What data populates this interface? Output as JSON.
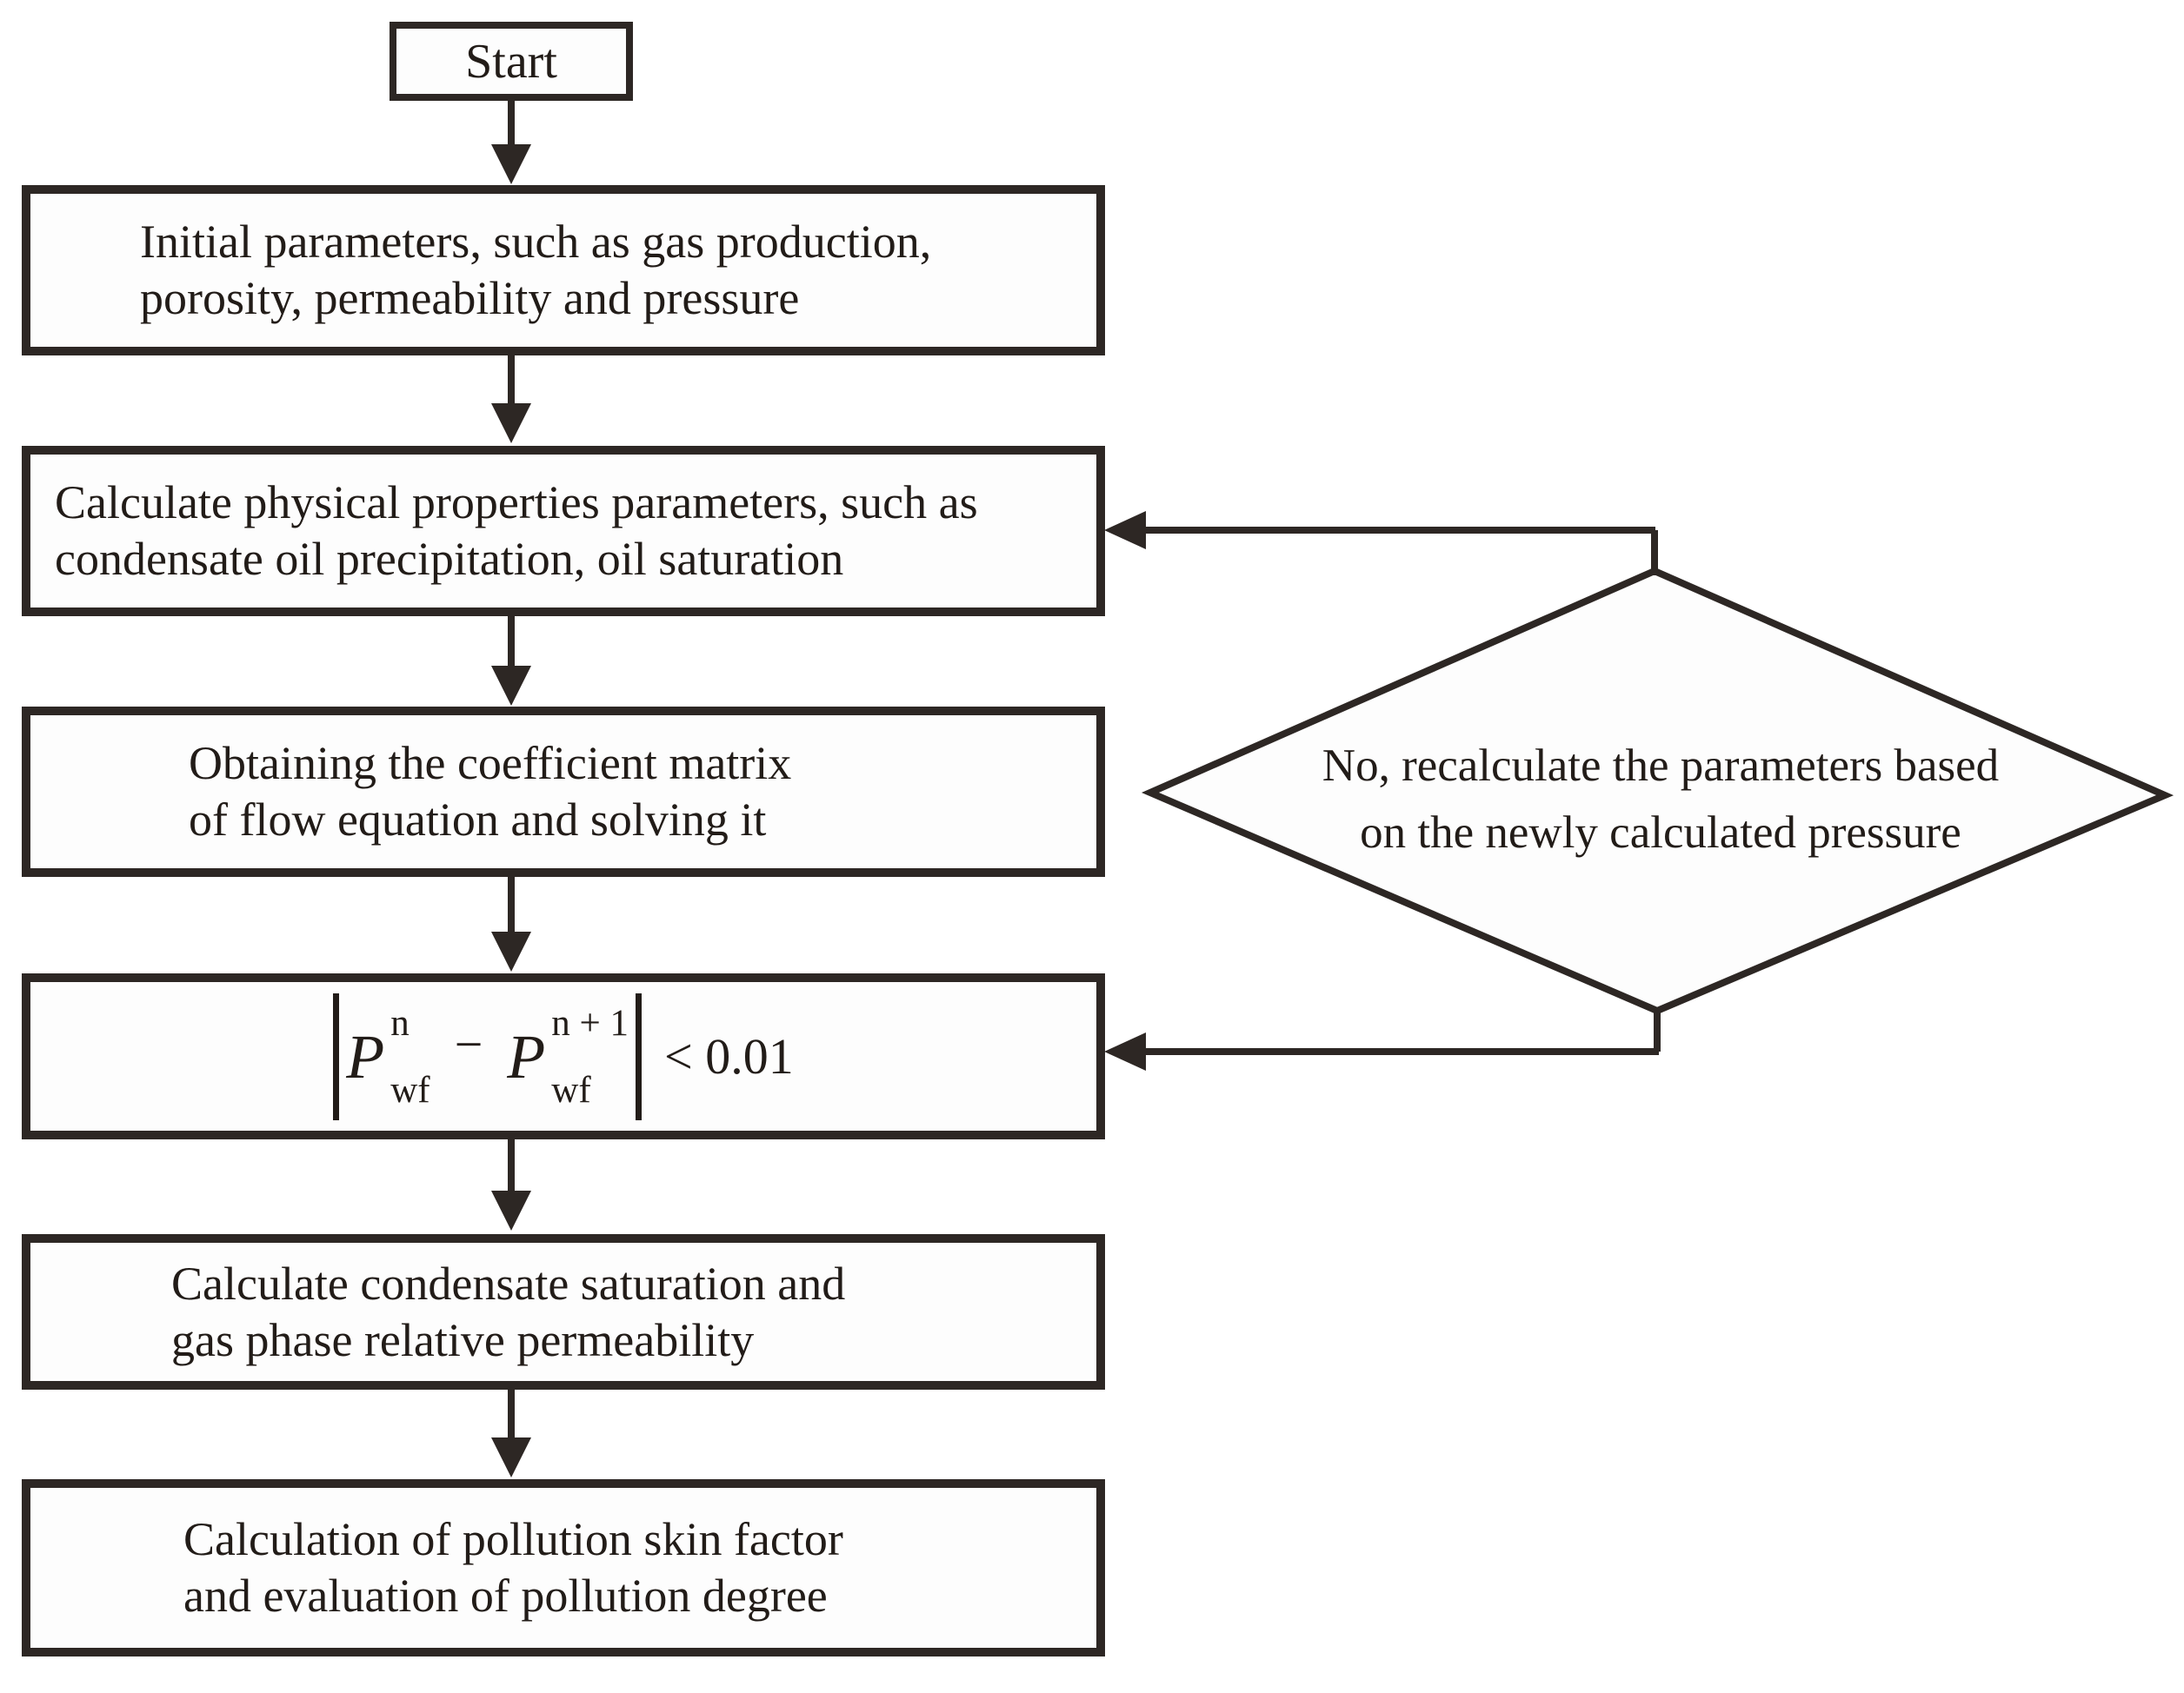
{
  "flow": {
    "start_label": "Start",
    "boxes": [
      {
        "lines": [
          "Initial parameters, such as gas production,",
          "porosity, permeability and pressure"
        ]
      },
      {
        "lines": [
          "Calculate physical properties parameters, such as",
          "condensate oil precipitation, oil saturation"
        ]
      },
      {
        "lines": [
          "Obtaining the coefficient matrix",
          "of flow equation and solving it"
        ]
      },
      {
        "lines": [
          "Calculate condensate saturation and",
          "gas phase relative permeability"
        ]
      },
      {
        "lines": [
          "Calculation of pollution skin factor",
          "and evaluation of pollution degree"
        ]
      }
    ],
    "formula": {
      "p1": "P",
      "sup1": "n",
      "sub1": "wf",
      "minus": "−",
      "p2": "P",
      "sup2": "n + 1",
      "sub2": "wf",
      "rhs": "< 0.01"
    },
    "decision": {
      "lines": [
        "No, recalculate the parameters based",
        "on the newly calculated pressure"
      ]
    },
    "colors": {
      "stroke": "#2d2724",
      "text": "#221c18",
      "fill": "#fdfdfd",
      "background": "#ffffff"
    }
  }
}
